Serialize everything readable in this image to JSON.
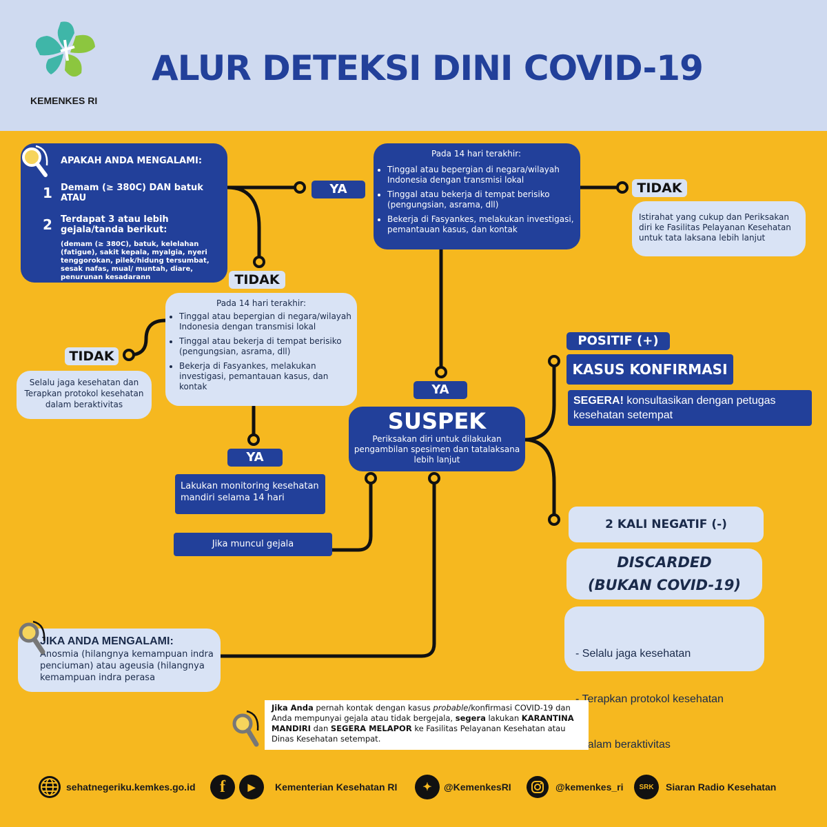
{
  "header": {
    "logo_label": "KEMENKES RI",
    "title": "ALUR DETEKSI DINI COVID-19"
  },
  "q1": {
    "heading": "APAKAH ANDA MENGALAMI:",
    "items": [
      {
        "num": "1",
        "text": "Demam (≥ 380C) DAN batuk ATAU"
      },
      {
        "num": "2",
        "text": "Terdapat 3 atau lebih gejala/tanda berikut:"
      }
    ],
    "symptoms": "(demam (≥ 380C), batuk, kelelahan (fatigue), sakit kepala, myalgia, nyeri tenggorokan, pilek/hidung tersumbat, sesak nafas, mual/ muntah, diare, penurunan kesadarann"
  },
  "labels": {
    "ya_1": "YA",
    "tidak_1": "TIDAK",
    "tidak_2": "TIDAK",
    "tidak_3": "TIDAK",
    "ya_2": "YA",
    "ya_3": "YA",
    "positif": "POSITIF (+)"
  },
  "exposure_top": {
    "heading": "Pada 14 hari terakhir:",
    "bullets": [
      "Tinggal atau bepergian di negara/wilayah Indonesia dengan transmisi lokal",
      "Tinggal atau bekerja di tempat berisiko (pengungsian, asrama, dll)",
      "Bekerja di Fasyankes, melakukan investigasi, pemantauan kasus, dan kontak"
    ]
  },
  "rest_advice": "Istirahat yang cukup dan Periksakan diri ke Fasilitas Pelayanan Kesehatan untuk tata laksana lebih lanjut",
  "exposure_mid": {
    "heading": "Pada 14 hari terakhir:",
    "bullets": [
      "Tinggal atau bepergian di negara/wilayah Indonesia dengan transmisi lokal",
      "Tinggal atau bekerja di tempat berisiko (pengungsian, asrama, dll)",
      "Bekerja di Fasyankes, melakukan investigasi, pemantauan kasus, dan kontak"
    ]
  },
  "stay_healthy": "Selalu jaga kesehatan dan Terapkan protokol kesehatan dalam beraktivitas",
  "suspek": {
    "title": "SUSPEK",
    "text": "Periksakan diri untuk dilakukan pengambilan spesimen dan tatalaksana lebih lanjut"
  },
  "confirmed": {
    "title": "KASUS KONFIRMASI",
    "advice_bold": "SEGERA!",
    "advice": " konsultasikan dengan petugas kesehatan setempat"
  },
  "negative": {
    "label": "2 KALI NEGATIF (-)",
    "discarded_line1": "DISCARDED",
    "discarded_line2": "(BUKAN COVID-19)",
    "advice": [
      "- Selalu jaga kesehatan",
      "- Terapkan protokol kesehatan",
      "  dalam beraktivitas"
    ]
  },
  "monitoring": "Lakukan monitoring kesehatan mandiri selama 14 hari",
  "if_symptoms": "Jika muncul gejala",
  "anosmia": {
    "heading": "JIKA ANDA MENGALAMI:",
    "text": "Anosmia (hilangnya kemampuan indra penciuman) atau ageusia (hilangnya kemampuan indra perasa"
  },
  "note": {
    "p1": "Jika Anda",
    "p2": " pernah kontak dengan kasus ",
    "p3": "probable",
    "p4": "/konfirmasi COVID-19 dan Anda mempunyai gejala atau tidak bergejala, ",
    "p5": "segera",
    "p6": " lakukan ",
    "p7": "KARANTINA MANDIRI",
    "p8": " dan ",
    "p9": "SEGERA MELAPOR",
    "p10": " ke Fasilitas Pelayanan Kesehatan atau Dinas Kesehatan setempat."
  },
  "footer": {
    "website": "sehatnegeriku.kemkes.go.id",
    "facebook_youtube": "Kementerian Kesehatan RI",
    "twitter": "@KemenkesRI",
    "instagram": "@kemenkes_ri",
    "radio_badge": "SRK",
    "radio": "Siaran Radio Kesehatan"
  },
  "colors": {
    "navy": "#22409A",
    "yellow": "#F6B81F",
    "light_blue": "#D9E3F5",
    "sky_band": "#CFDAF0",
    "logo_teal": "#3FB6A8",
    "logo_green": "#8CC63F"
  }
}
